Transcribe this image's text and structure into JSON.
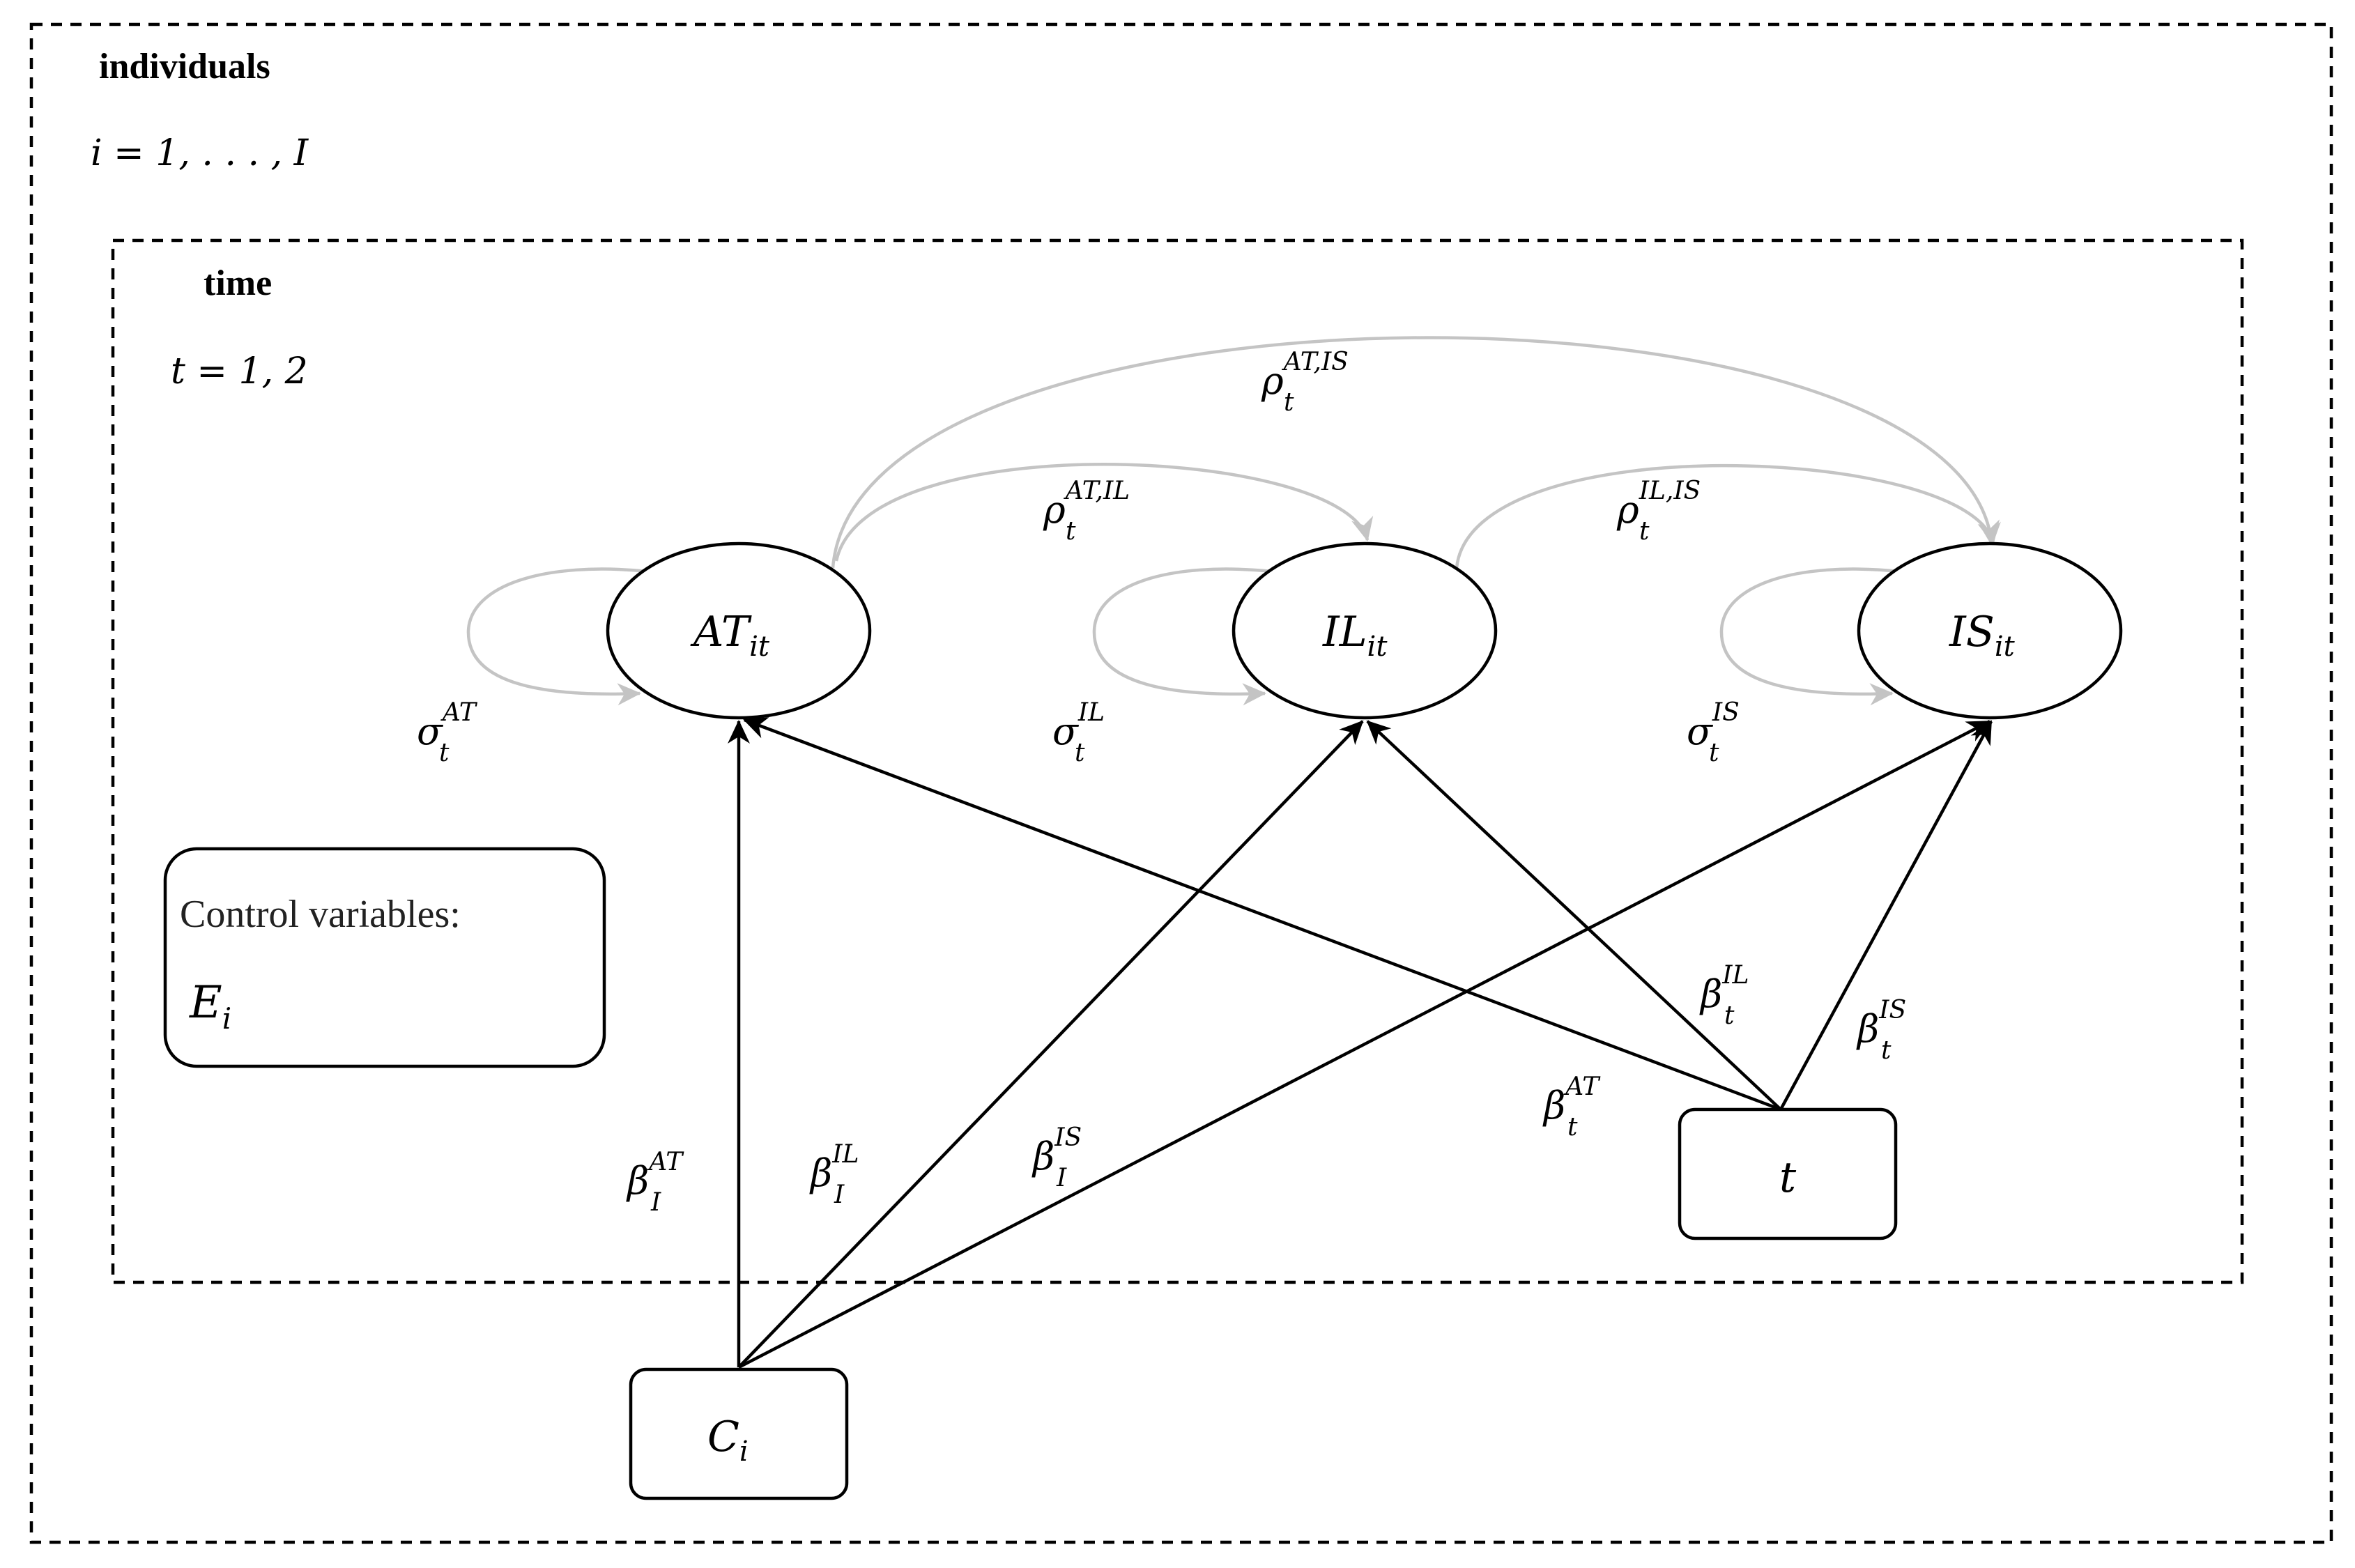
{
  "plates": {
    "individuals": {
      "title": "individuals",
      "index": "i = 1, . . . , I"
    },
    "time": {
      "title": "time",
      "index": "t = 1, 2"
    }
  },
  "nodes": {
    "at": {
      "main": "AT",
      "sub": "it"
    },
    "il": {
      "main": "IL",
      "sub": "it"
    },
    "is": {
      "main": "IS",
      "sub": "it"
    },
    "t": {
      "main": "t"
    },
    "c": {
      "main": "C",
      "sub": "i"
    }
  },
  "control_box": {
    "title": "Control variables:",
    "var_main": "E",
    "var_sub": "i"
  },
  "edge_labels": {
    "rho_at_is": {
      "main": "ρ",
      "sup": "AT,IS",
      "sub": "t"
    },
    "rho_at_il": {
      "main": "ρ",
      "sup": "AT,IL",
      "sub": "t"
    },
    "rho_il_is": {
      "main": "ρ",
      "sup": "IL,IS",
      "sub": "t"
    },
    "sigma_at": {
      "main": "σ",
      "sup": "AT",
      "sub": "t"
    },
    "sigma_il": {
      "main": "σ",
      "sup": "IL",
      "sub": "t"
    },
    "sigma_is": {
      "main": "σ",
      "sup": "IS",
      "sub": "t"
    },
    "beta_t_at": {
      "main": "β",
      "sup": "AT",
      "sub": "t"
    },
    "beta_t_il": {
      "main": "β",
      "sup": "IL",
      "sub": "t"
    },
    "beta_t_is": {
      "main": "β",
      "sup": "IS",
      "sub": "t"
    },
    "beta_i_at": {
      "main": "β",
      "sup": "AT",
      "sub": "I"
    },
    "beta_i_il": {
      "main": "β",
      "sup": "IL",
      "sub": "I"
    },
    "beta_i_is": {
      "main": "β",
      "sup": "IS",
      "sub": "I"
    }
  },
  "colors": {
    "primary_edge": "#000000",
    "covariance_edge": "#c4c4c4"
  }
}
